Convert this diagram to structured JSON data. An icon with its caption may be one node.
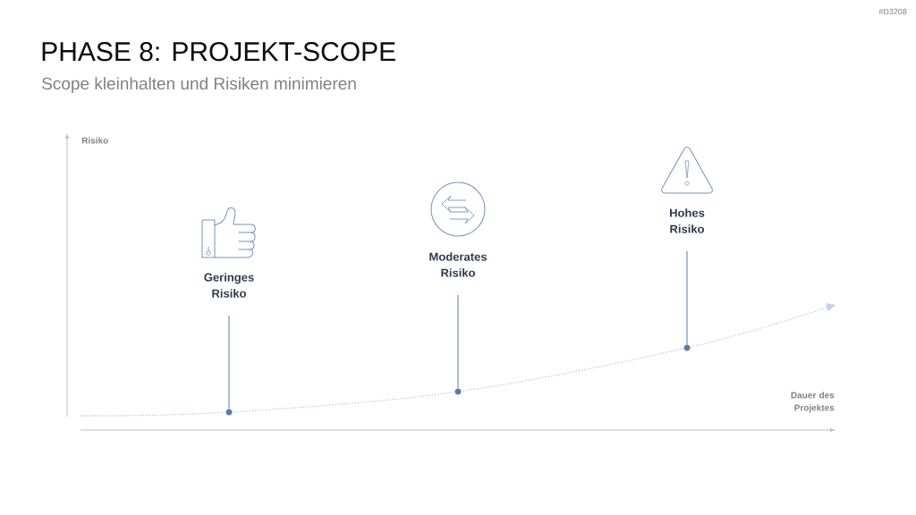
{
  "diagram": {
    "title": "PHASE 8: PROJEKT-SCOPE",
    "nodes": [
      {
        "text": [
          "Geringes Risiko"
        ]
      },
      {
        "text": [
          "Moderates Risiko"
        ]
      },
      {
        "text": [
          "Hohes Risiko"
        ]
      },
      {
        "text": [],
        "shape": "circle"
      },
      {
        "text": [],
        "shape": "circle"
      },
      {
        "text": [],
        "shape": "circle"
      }
    ],
    "edges": [
      {
        "from": 0,
        "to": 3,
        "arrow": "none"
      },
      {
        "from": 1,
        "to": 4,
        "arrow": "none"
      },
      {
        "from": 2,
        "to": 5,
        "arrow": "none"
      }
    ],
    "labels": [
      "#D3208",
      "Scope kleinhalten und Risiken minimieren",
      "Risiko",
      "Dauer des Projektes"
    ]
  }
}
